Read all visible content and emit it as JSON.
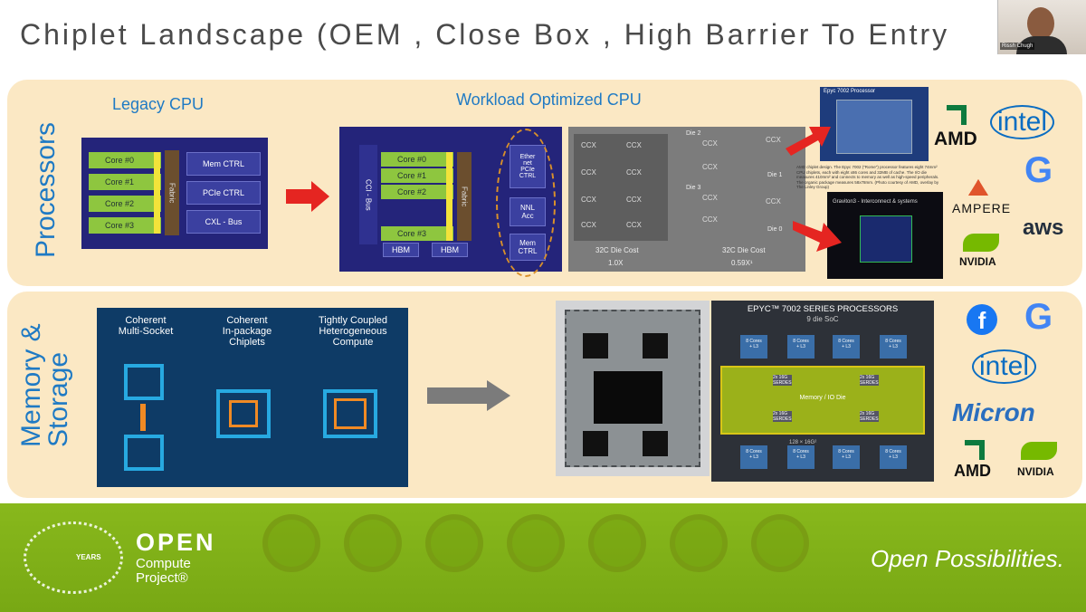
{
  "slide": {
    "title": "Chiplet Landscape (OEM , Close Box , High Barrier To Entry"
  },
  "webcam": {
    "name": "Rissh Chugh"
  },
  "processors": {
    "section_label": "Processors",
    "legacy": {
      "title": "Legacy CPU",
      "cores": [
        "Core #0",
        "Core #1",
        "Core #2",
        "Core #3"
      ],
      "fabric": "Fabric",
      "blocks": [
        "Mem CTRL",
        "PCIe CTRL",
        "CXL - Bus"
      ]
    },
    "workload": {
      "title": "Workload Optimized CPU",
      "bus": "CCI - Bus",
      "cores": [
        "Core #0",
        "Core #1",
        "Core #2",
        "Core #3"
      ],
      "fabric": "Fabric",
      "hbm": [
        "HBM",
        "HBM"
      ],
      "side_blocks": [
        "Ether\nnet\nPCIe\nCTRL",
        "NNL\nAcc",
        "Mem\nCTRL"
      ]
    },
    "die_compare": {
      "left_caption": "32C Die Cost",
      "left_value": "1.0X",
      "right_caption": "32C Die Cost",
      "right_value": "0.59X¹",
      "ccx": "CCX",
      "die_labels": [
        "Die 2",
        "Die 1",
        "Die 3",
        "Die 0"
      ]
    },
    "epyc_photo": {
      "title": "Epyc 7002 Processor",
      "caption": "AMD chiplet design. The Epyc 7002 (\"Rome\") processor features eight 74mm² CPU chiplets, each with eight x86 cores and 32MB of cache. The I/O die measures 410mm² and connects to memory as well as high-speed peripherals. The organic package measures 58x78mm. (Photo courtesy of AMD, overlay by The Linley Group)"
    },
    "graviton_slide": {
      "title": "Graviton3 - Interconnect & systems"
    },
    "logos": [
      "AMD",
      "intel",
      "G",
      "AMPERE",
      "aws",
      "NVIDIA"
    ]
  },
  "memory": {
    "section_label": "Memory &\nStorage",
    "diagram_labels": [
      "Coherent\nMulti-Socket",
      "Coherent\nIn-package\nChiplets",
      "Tightly Coupled\nHeterogeneous\nCompute"
    ],
    "epyc_diagram": {
      "title": "EPYC™ 7002 SERIES PROCESSORS",
      "subtitle": "9 die SoC",
      "core_label": "8 Cores\n+ L3",
      "serdes": "2x 16G\nSERDES",
      "io_die": "Memory / IO Die",
      "lanes": "128 × 16G²"
    },
    "logos": [
      "f",
      "G",
      "intel",
      "Micron",
      "AMD",
      "NVIDIA"
    ]
  },
  "footer": {
    "years": "YEARS",
    "brand": "OPEN",
    "brand_sub_1": "Compute",
    "brand_sub_2": "Project®",
    "tagline": "Open Possibilities."
  },
  "colors": {
    "band": "#fbe8c4",
    "section_label": "#1f7ac4",
    "footer_green": "#88b81c",
    "amd_green": "#0d7a3e",
    "intel_blue": "#0a6dc2"
  }
}
